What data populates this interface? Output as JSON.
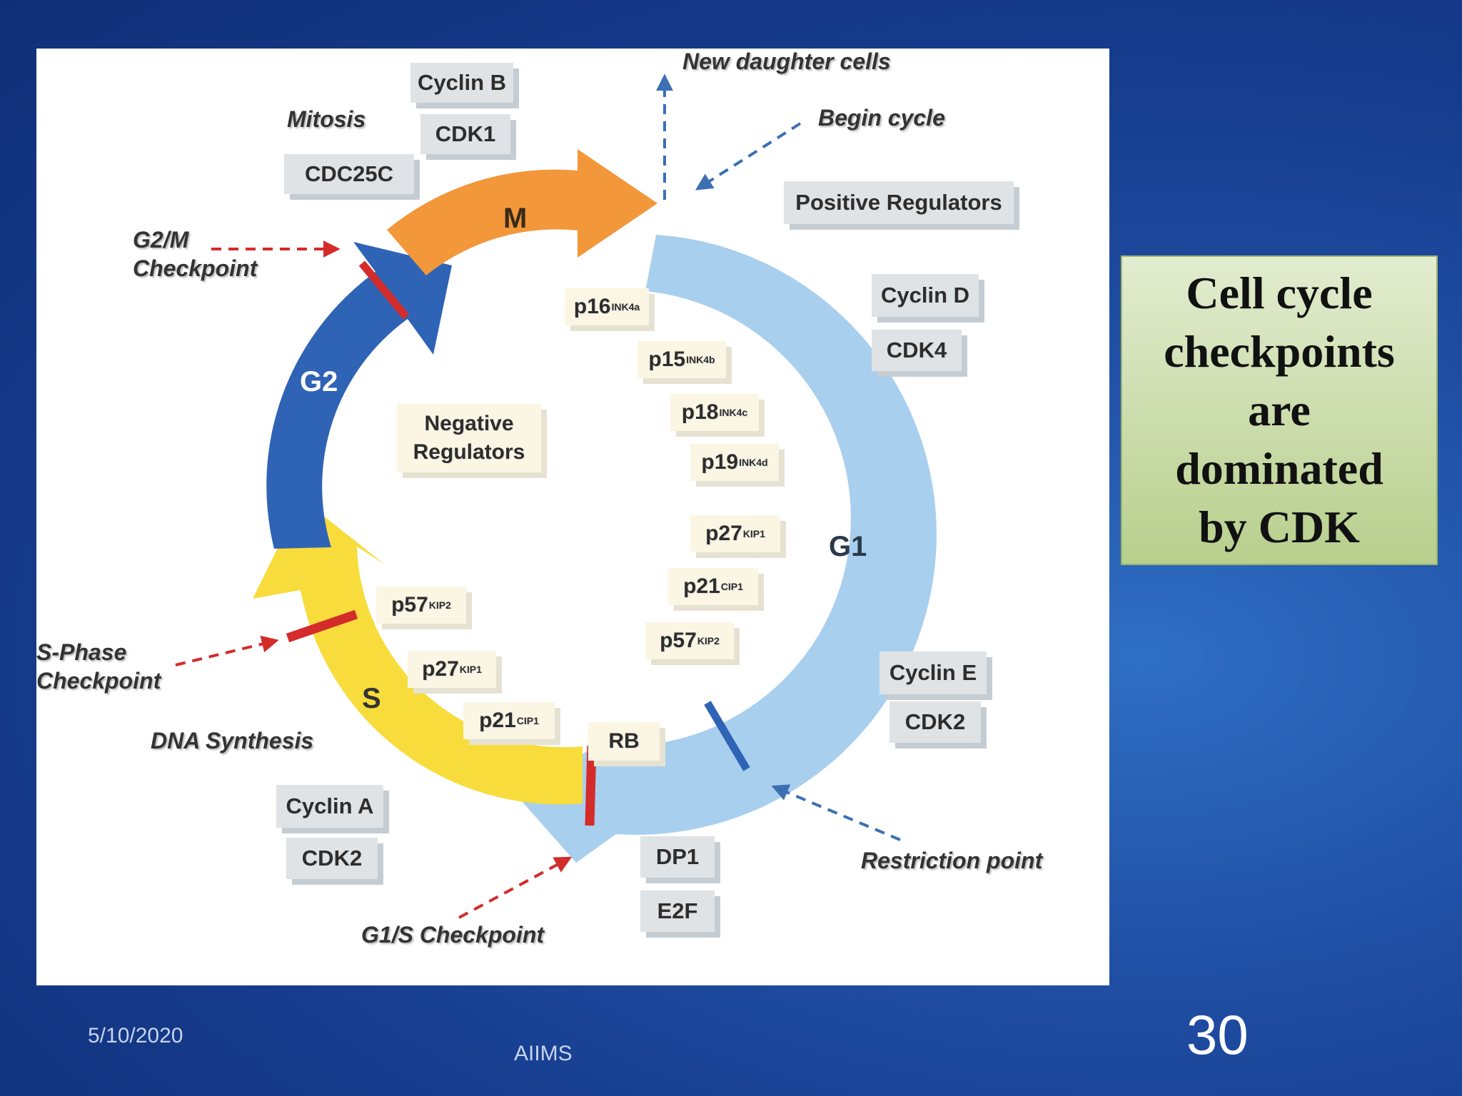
{
  "diagram": {
    "phases": {
      "g1": "G1",
      "s": "S",
      "g2": "G2",
      "m": "M"
    },
    "annotations": {
      "new_daughter_cells": "New daughter cells",
      "begin_cycle": "Begin cycle",
      "mitosis": "Mitosis",
      "g2m_checkpoint": [
        "G2/M",
        "Checkpoint"
      ],
      "s_phase_checkpoint": [
        "S-Phase",
        "Checkpoint"
      ],
      "dna_synthesis": "DNA Synthesis",
      "g1s_checkpoint": "G1/S Checkpoint",
      "restriction_point": "Restriction point"
    },
    "positive_regulators_label": "Positive Regulators",
    "negative_regulators_label": [
      "Negative",
      "Regulators"
    ],
    "boxes": {
      "cyclin_b": "Cyclin B",
      "cdk1": "CDK1",
      "cdc25c": "CDC25C",
      "cyclin_d": "Cyclin D",
      "cdk4": "CDK4",
      "cyclin_e": "Cyclin E",
      "cdk2_e": "CDK2",
      "cyclin_a": "Cyclin A",
      "cdk2_a": "CDK2",
      "dp1": "DP1",
      "e2f": "E2F",
      "rb": "RB"
    },
    "inhibitors": {
      "p16": {
        "base": "p16",
        "sup": "INK4a"
      },
      "p15": {
        "base": "p15",
        "sup": "INK4b"
      },
      "p18": {
        "base": "p18",
        "sup": "INK4c"
      },
      "p19": {
        "base": "p19",
        "sup": "INK4d"
      },
      "p27_g1": {
        "base": "p27",
        "sup": "KIP1"
      },
      "p21_g1": {
        "base": "p21",
        "sup": "CIP1"
      },
      "p57_g1": {
        "base": "p57",
        "sup": "KIP2"
      },
      "p57_s": {
        "base": "p57",
        "sup": "KIP2"
      },
      "p27_s": {
        "base": "p27",
        "sup": "KIP1"
      },
      "p21_s": {
        "base": "p21",
        "sup": "CIP1"
      }
    },
    "colors": {
      "g1": "#a9cfee",
      "s": "#f7dc3c",
      "g2": "#2f63b5",
      "m": "#f2973a",
      "checkpoint_red": "#d42b2b",
      "restriction_blue": "#2f63b5",
      "arrow_blue": "#3d6fb3"
    }
  },
  "callout": {
    "lines": [
      "Cell cycle",
      "checkpoints",
      "are",
      "dominated",
      "by CDK"
    ]
  },
  "footer": {
    "date": "5/10/2020",
    "organization": "AIIMS",
    "page_number": "30"
  }
}
